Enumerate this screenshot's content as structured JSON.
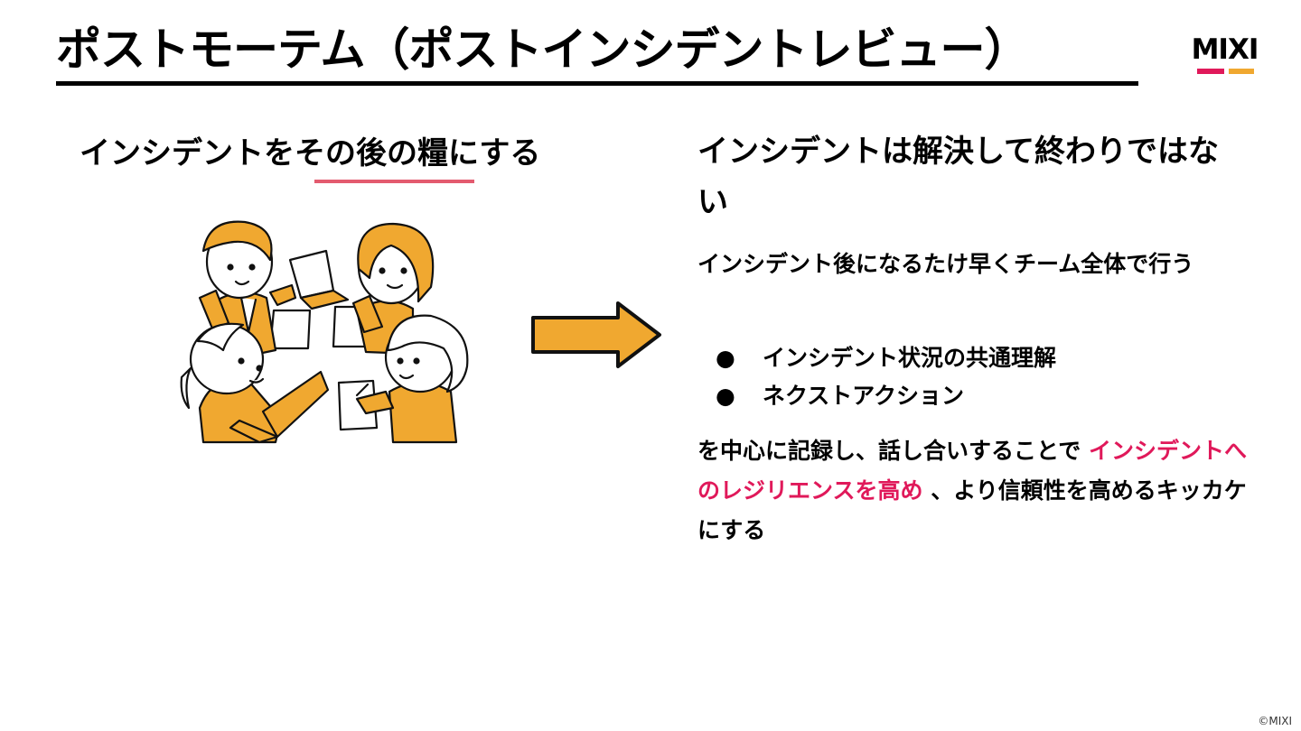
{
  "slide": {
    "title": "ポストモーテム（ポストインシデントレビュー）",
    "logo_text": "MIXI",
    "copyright": "©MIXI"
  },
  "left": {
    "heading_part1": "インシデントを",
    "heading_emphasis": "その後の糧",
    "heading_part2": "にする"
  },
  "right": {
    "heading": "インシデントは解決して終わりではない",
    "intro": "インシデント後になるたけ早くチーム全体で行う",
    "bullets": [
      {
        "marker": "●",
        "text": "インシデント状況の共通理解"
      },
      {
        "marker": "●",
        "text": "ネクストアクション"
      }
    ],
    "body_before": "を中心に記録し、話し合いすることで ",
    "body_highlight": "インシデントへのレジリエンスを高め",
    "body_after": " 、より信頼性を高めるキッカケにする"
  },
  "colors": {
    "accent_pink": "#e0195a",
    "underline_pink": "#e35b6f",
    "arrow_orange": "#f0a830",
    "logo_red": "#e0195a",
    "logo_yellow": "#f0a830"
  },
  "icons": {
    "arrow": "right-arrow-icon",
    "illustration": "team-meeting-illustration"
  }
}
